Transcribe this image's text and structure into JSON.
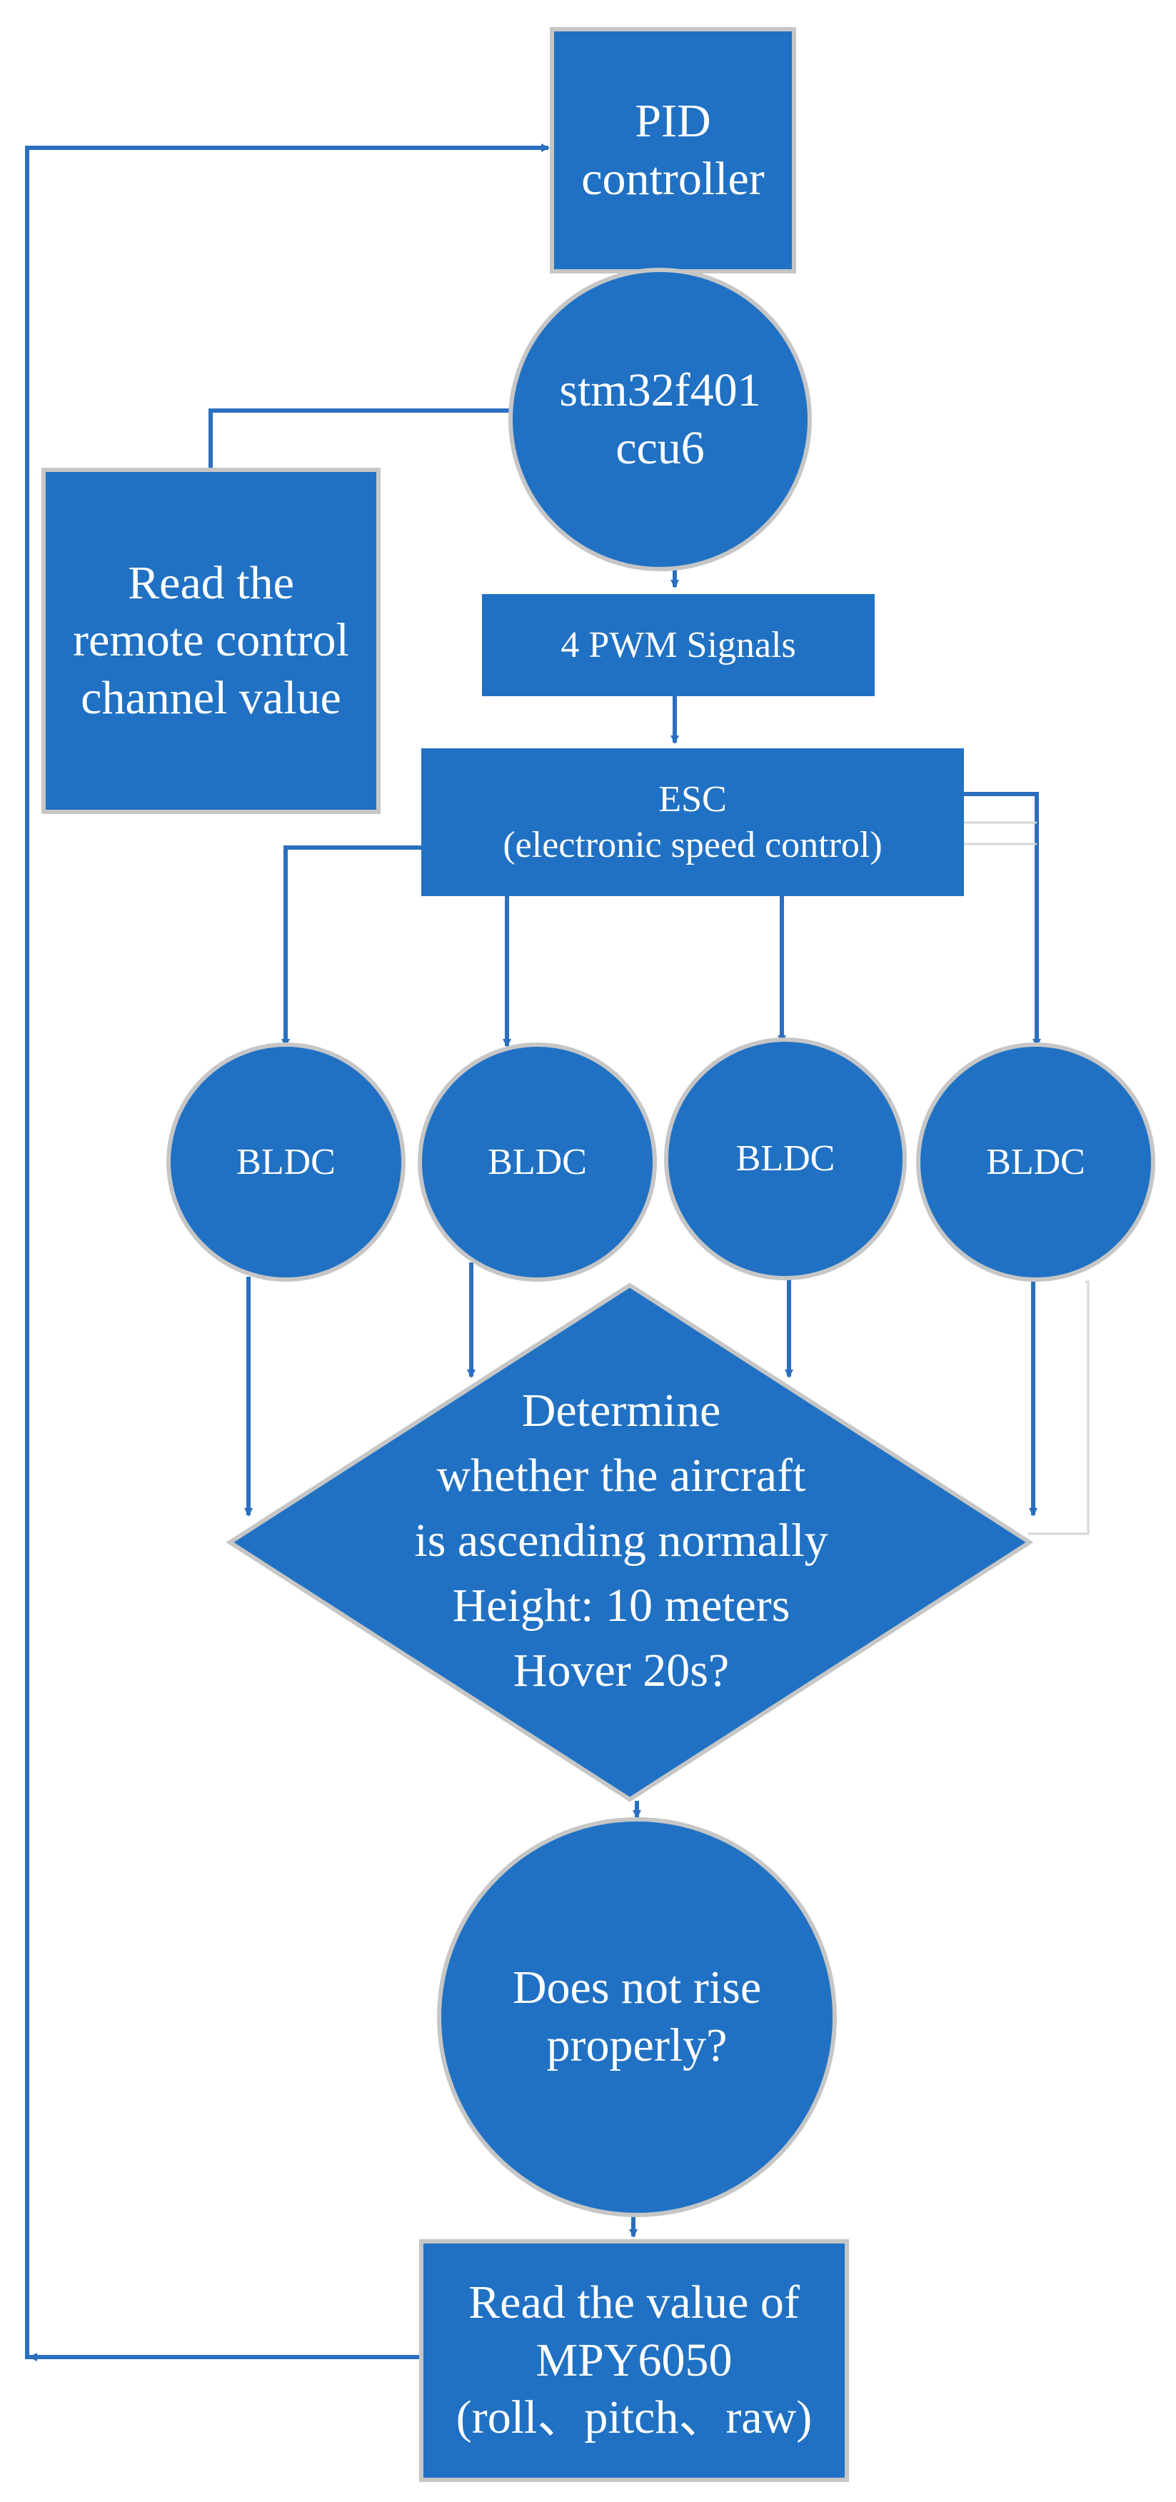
{
  "diagram": {
    "nodes": {
      "pid": {
        "label": "PID\ncontroller"
      },
      "mcu": {
        "label": "stm32f401\nccu6"
      },
      "remote": {
        "label": "Read the\nremote control\nchannel value"
      },
      "pwm": {
        "label": "4 PWM Signals"
      },
      "esc": {
        "label": "ESC\n(electronic speed control)"
      },
      "bldc_1": {
        "label": "BLDC"
      },
      "bldc_2": {
        "label": "BLDC"
      },
      "bldc_3": {
        "label": "BLDC"
      },
      "bldc_4": {
        "label": "BLDC"
      },
      "decision": {
        "label": "Determine\nwhether the aircraft\nis ascending normally\nHeight: 10 meters\nHover 20s?"
      },
      "rise": {
        "label": "Does not rise\nproperly?"
      },
      "sensor": {
        "label": "Read the value of\nMPY6050\n(roll、pitch、raw)"
      }
    },
    "colors": {
      "node_fill": "#2071c3",
      "node_border": "#c6c6c6",
      "connector": "#2a6fc0",
      "text": "#ffffff"
    }
  }
}
